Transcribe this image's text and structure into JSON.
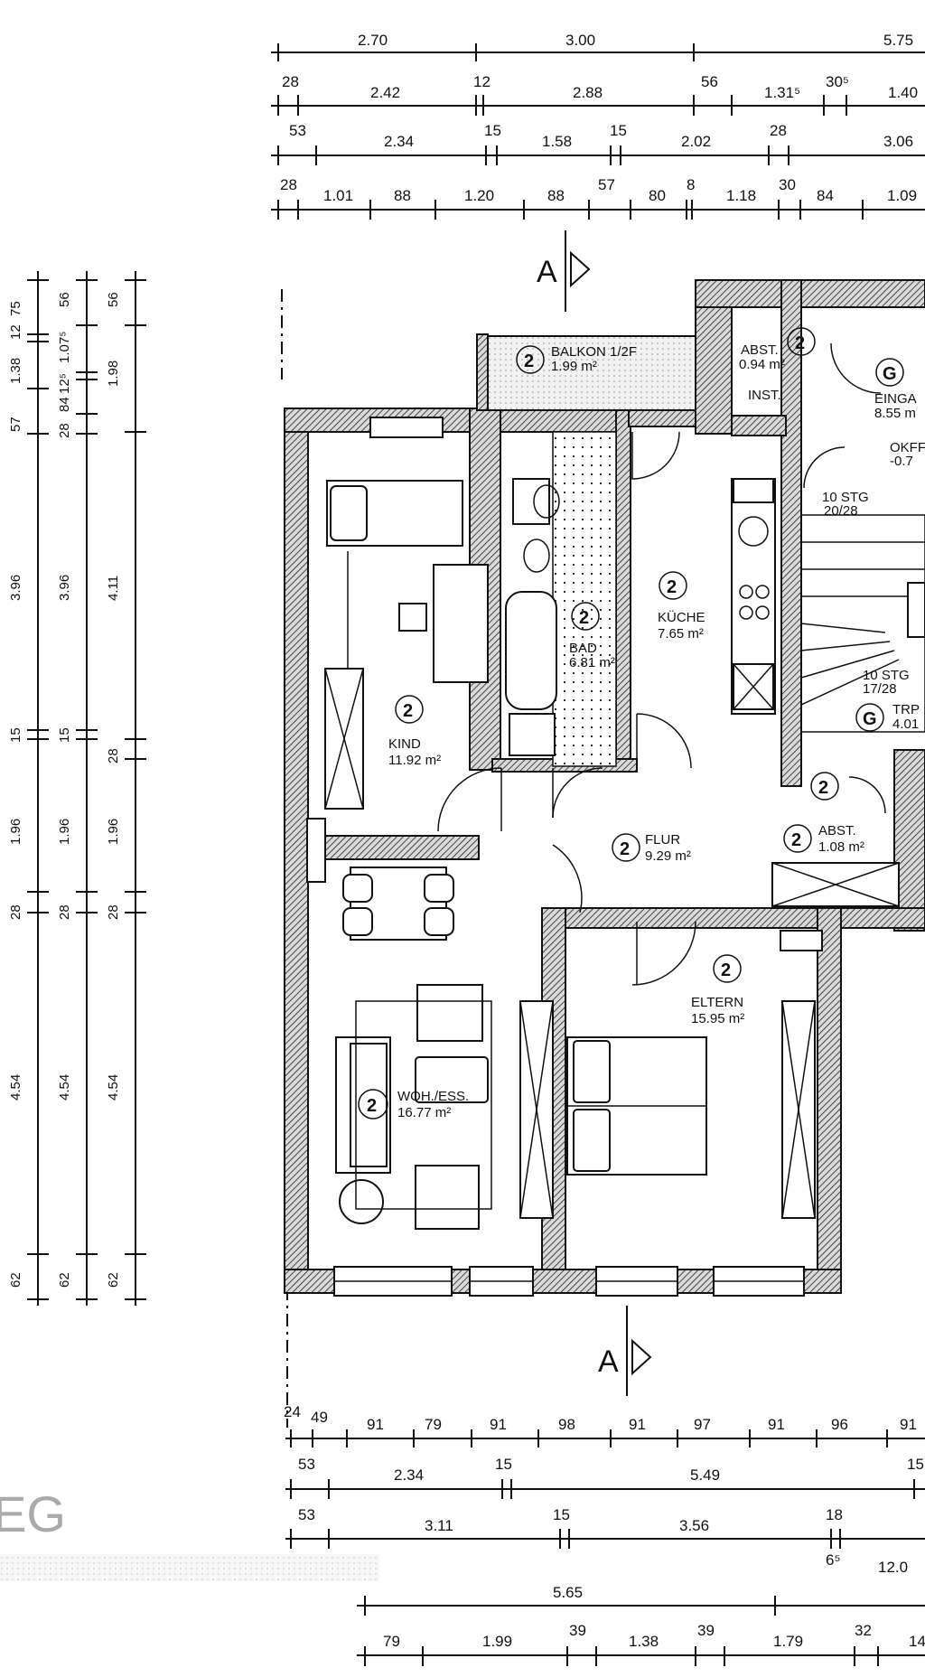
{
  "dimensions": {
    "top_row1": [
      "2.70",
      "3.00",
      "5.75"
    ],
    "top_row2": [
      "28",
      "2.42",
      "12",
      "2.88",
      "56",
      "1.31⁵",
      "30⁵",
      "1.40"
    ],
    "top_row3": [
      "53",
      "2.34",
      "15",
      "1.58",
      "15",
      "2.02",
      "28",
      "3.06"
    ],
    "top_row4": [
      "28",
      "1.01",
      "88",
      "1.20",
      "88",
      "57",
      "80",
      "8",
      "1.18",
      "30",
      "84",
      "1.09"
    ],
    "left_col1": [
      "75",
      "12",
      "1.38",
      "57",
      "3.96",
      "15",
      "1.96",
      "28",
      "4.54",
      "62"
    ],
    "left_col2": [
      "56",
      "1.07⁵",
      "12⁵",
      "84",
      "28",
      "3.96",
      "15",
      "1.96",
      "28",
      "4.54",
      "62"
    ],
    "left_col3": [
      "56",
      "1.98",
      "4.11",
      "28",
      "1.96",
      "28",
      "4.54",
      "62"
    ],
    "bottom_row1": [
      "24",
      "49",
      "91",
      "79",
      "91",
      "98",
      "91",
      "97",
      "91",
      "96",
      "91"
    ],
    "bottom_row2": [
      "53",
      "2.34",
      "15",
      "5.49",
      "15"
    ],
    "bottom_row3": [
      "53",
      "3.11",
      "15",
      "3.56",
      "18"
    ],
    "bottom_row3_extra": [
      "6⁵",
      "12.0"
    ],
    "bottom_row4": [
      "5.65"
    ],
    "bottom_row5": [
      "79",
      "1.99",
      "39",
      "1.38",
      "39",
      "1.79",
      "32",
      "14"
    ]
  },
  "section_markers": {
    "top": "A",
    "bottom": "A"
  },
  "rooms": [
    {
      "num": "2",
      "name": "BALKON 1/2F",
      "area": "1.99 m²"
    },
    {
      "num": "2",
      "name": "ABST.",
      "area": "0.94 m²"
    },
    {
      "num": "G",
      "name": "EINGA",
      "area": "8.55 m"
    },
    {
      "num": "",
      "name": "INST.",
      "area": ""
    },
    {
      "num": "",
      "name": "OKFF",
      "area": "-0.7"
    },
    {
      "num": "",
      "name": "10 STG",
      "area": "20/28"
    },
    {
      "num": "2",
      "name": "BAD",
      "area": "6.81 m²"
    },
    {
      "num": "2",
      "name": "KÜCHE",
      "area": "7.65 m²"
    },
    {
      "num": "2",
      "name": "KIND",
      "area": "11.92 m²"
    },
    {
      "num": "",
      "name": "10 STG",
      "area": "17/28"
    },
    {
      "num": "G",
      "name": "TRP",
      "area": "4.01"
    },
    {
      "num": "2",
      "name": "",
      "area": ""
    },
    {
      "num": "2",
      "name": "FLUR",
      "area": "9.29 m²"
    },
    {
      "num": "2",
      "name": "ABST.",
      "area": "1.08 m²"
    },
    {
      "num": "2",
      "name": "ELTERN",
      "area": "15.95 m²"
    },
    {
      "num": "2",
      "name": "WOH./ESS.",
      "area": "16.77 m²"
    }
  ],
  "floor_label": "EG"
}
